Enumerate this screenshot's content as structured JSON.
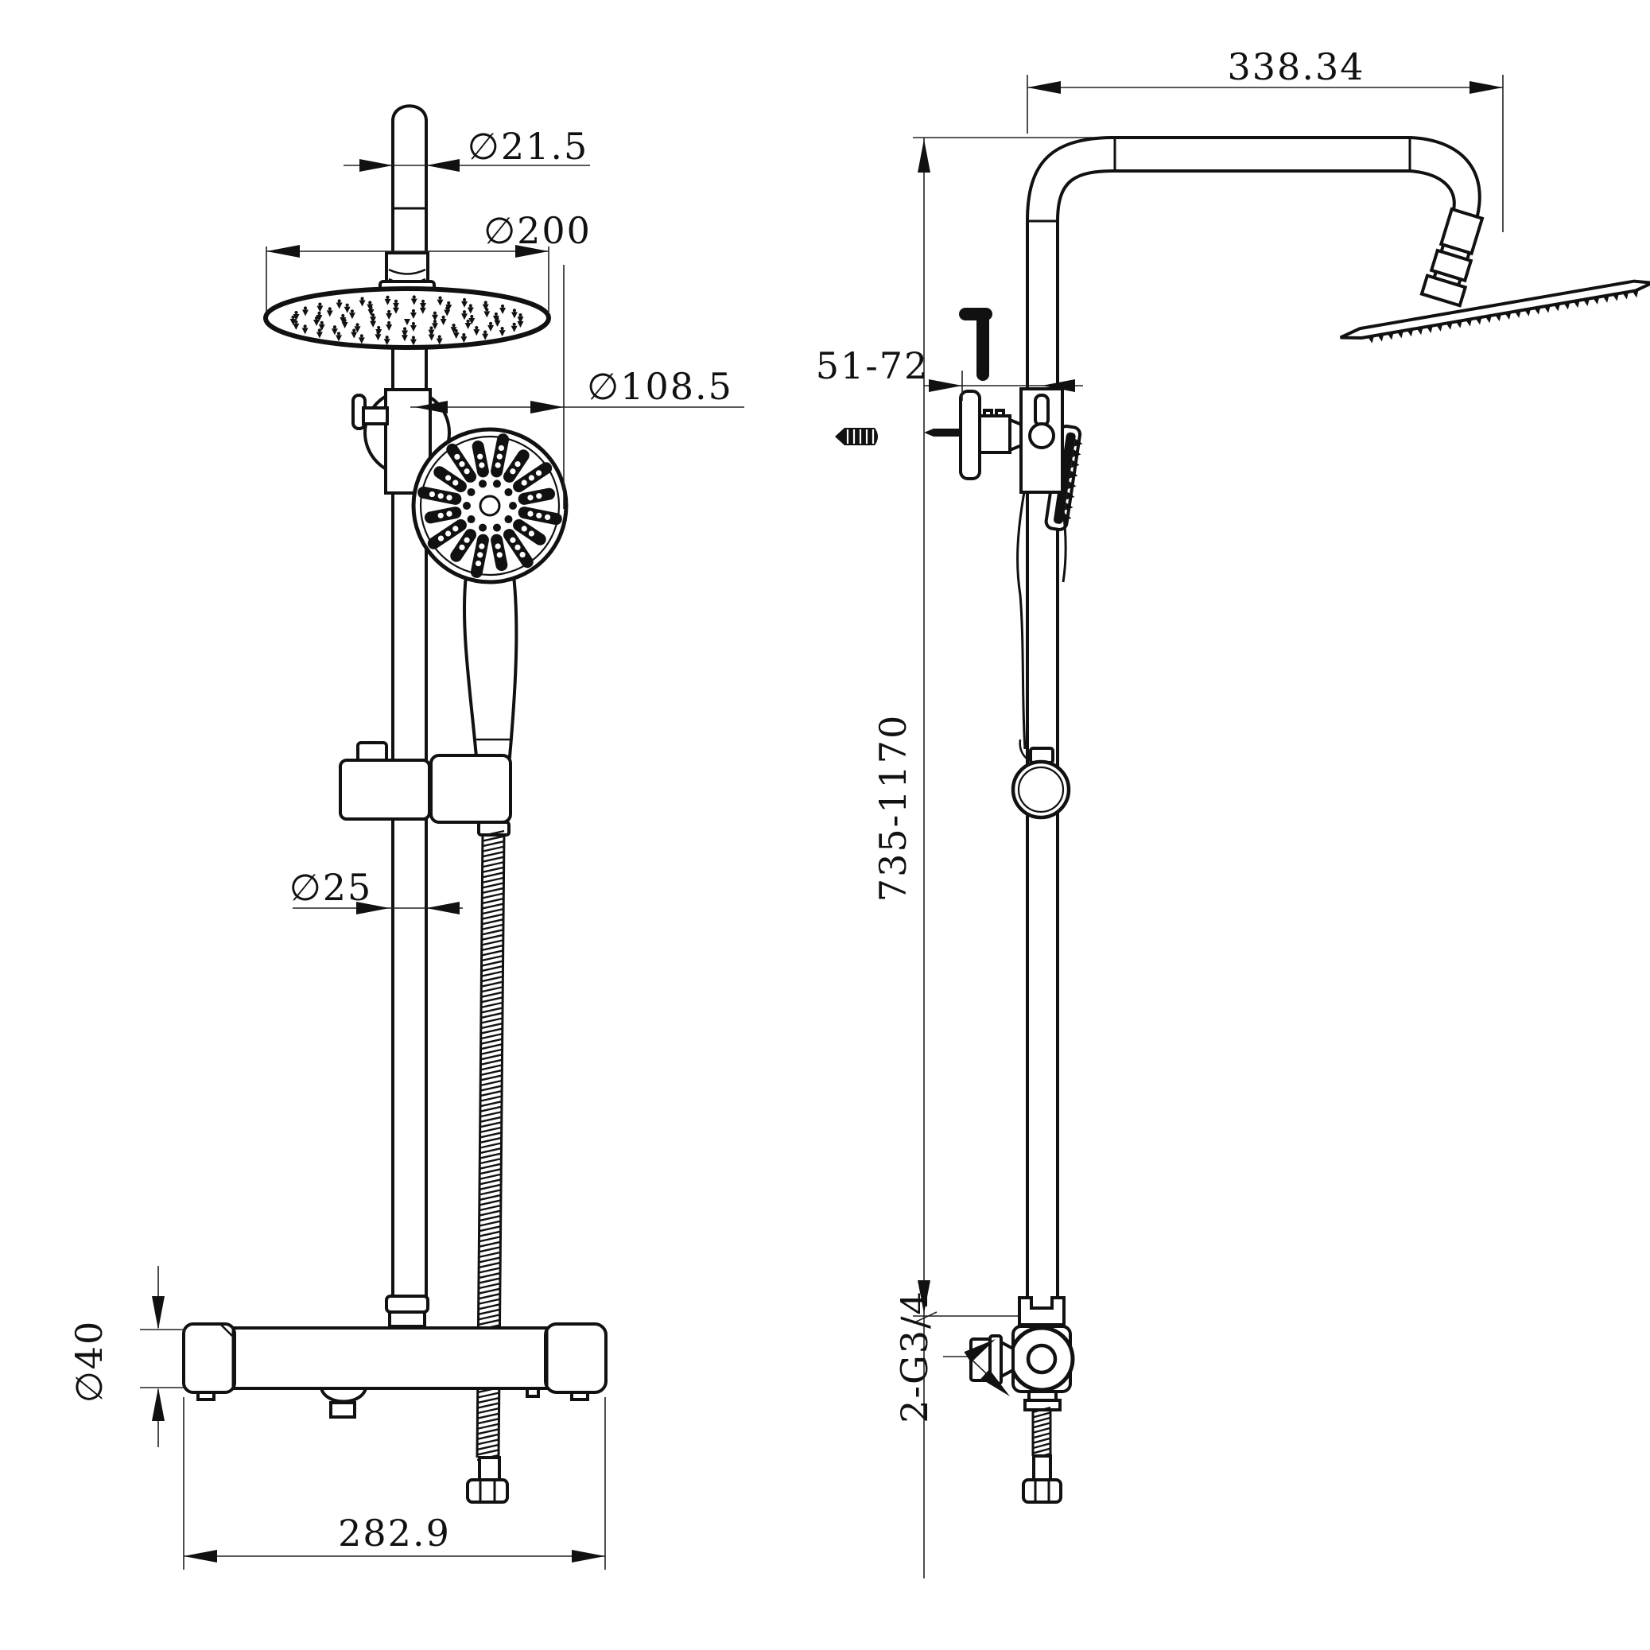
{
  "front_view": {
    "dim_top_pipe_diameter": "∅21.5",
    "dim_head_diameter": "∅200",
    "dim_hand_shower_diameter": "∅108.5",
    "dim_riser_pipe_diameter": "∅25",
    "dim_valve_body_diameter": "∅40",
    "dim_valve_width": "282.9"
  },
  "side_view": {
    "dim_arm_reach": "338.34",
    "dim_wall_distance": "51-72",
    "dim_height_range": "735-1170",
    "dim_thread_spec": "2-G3/4"
  }
}
